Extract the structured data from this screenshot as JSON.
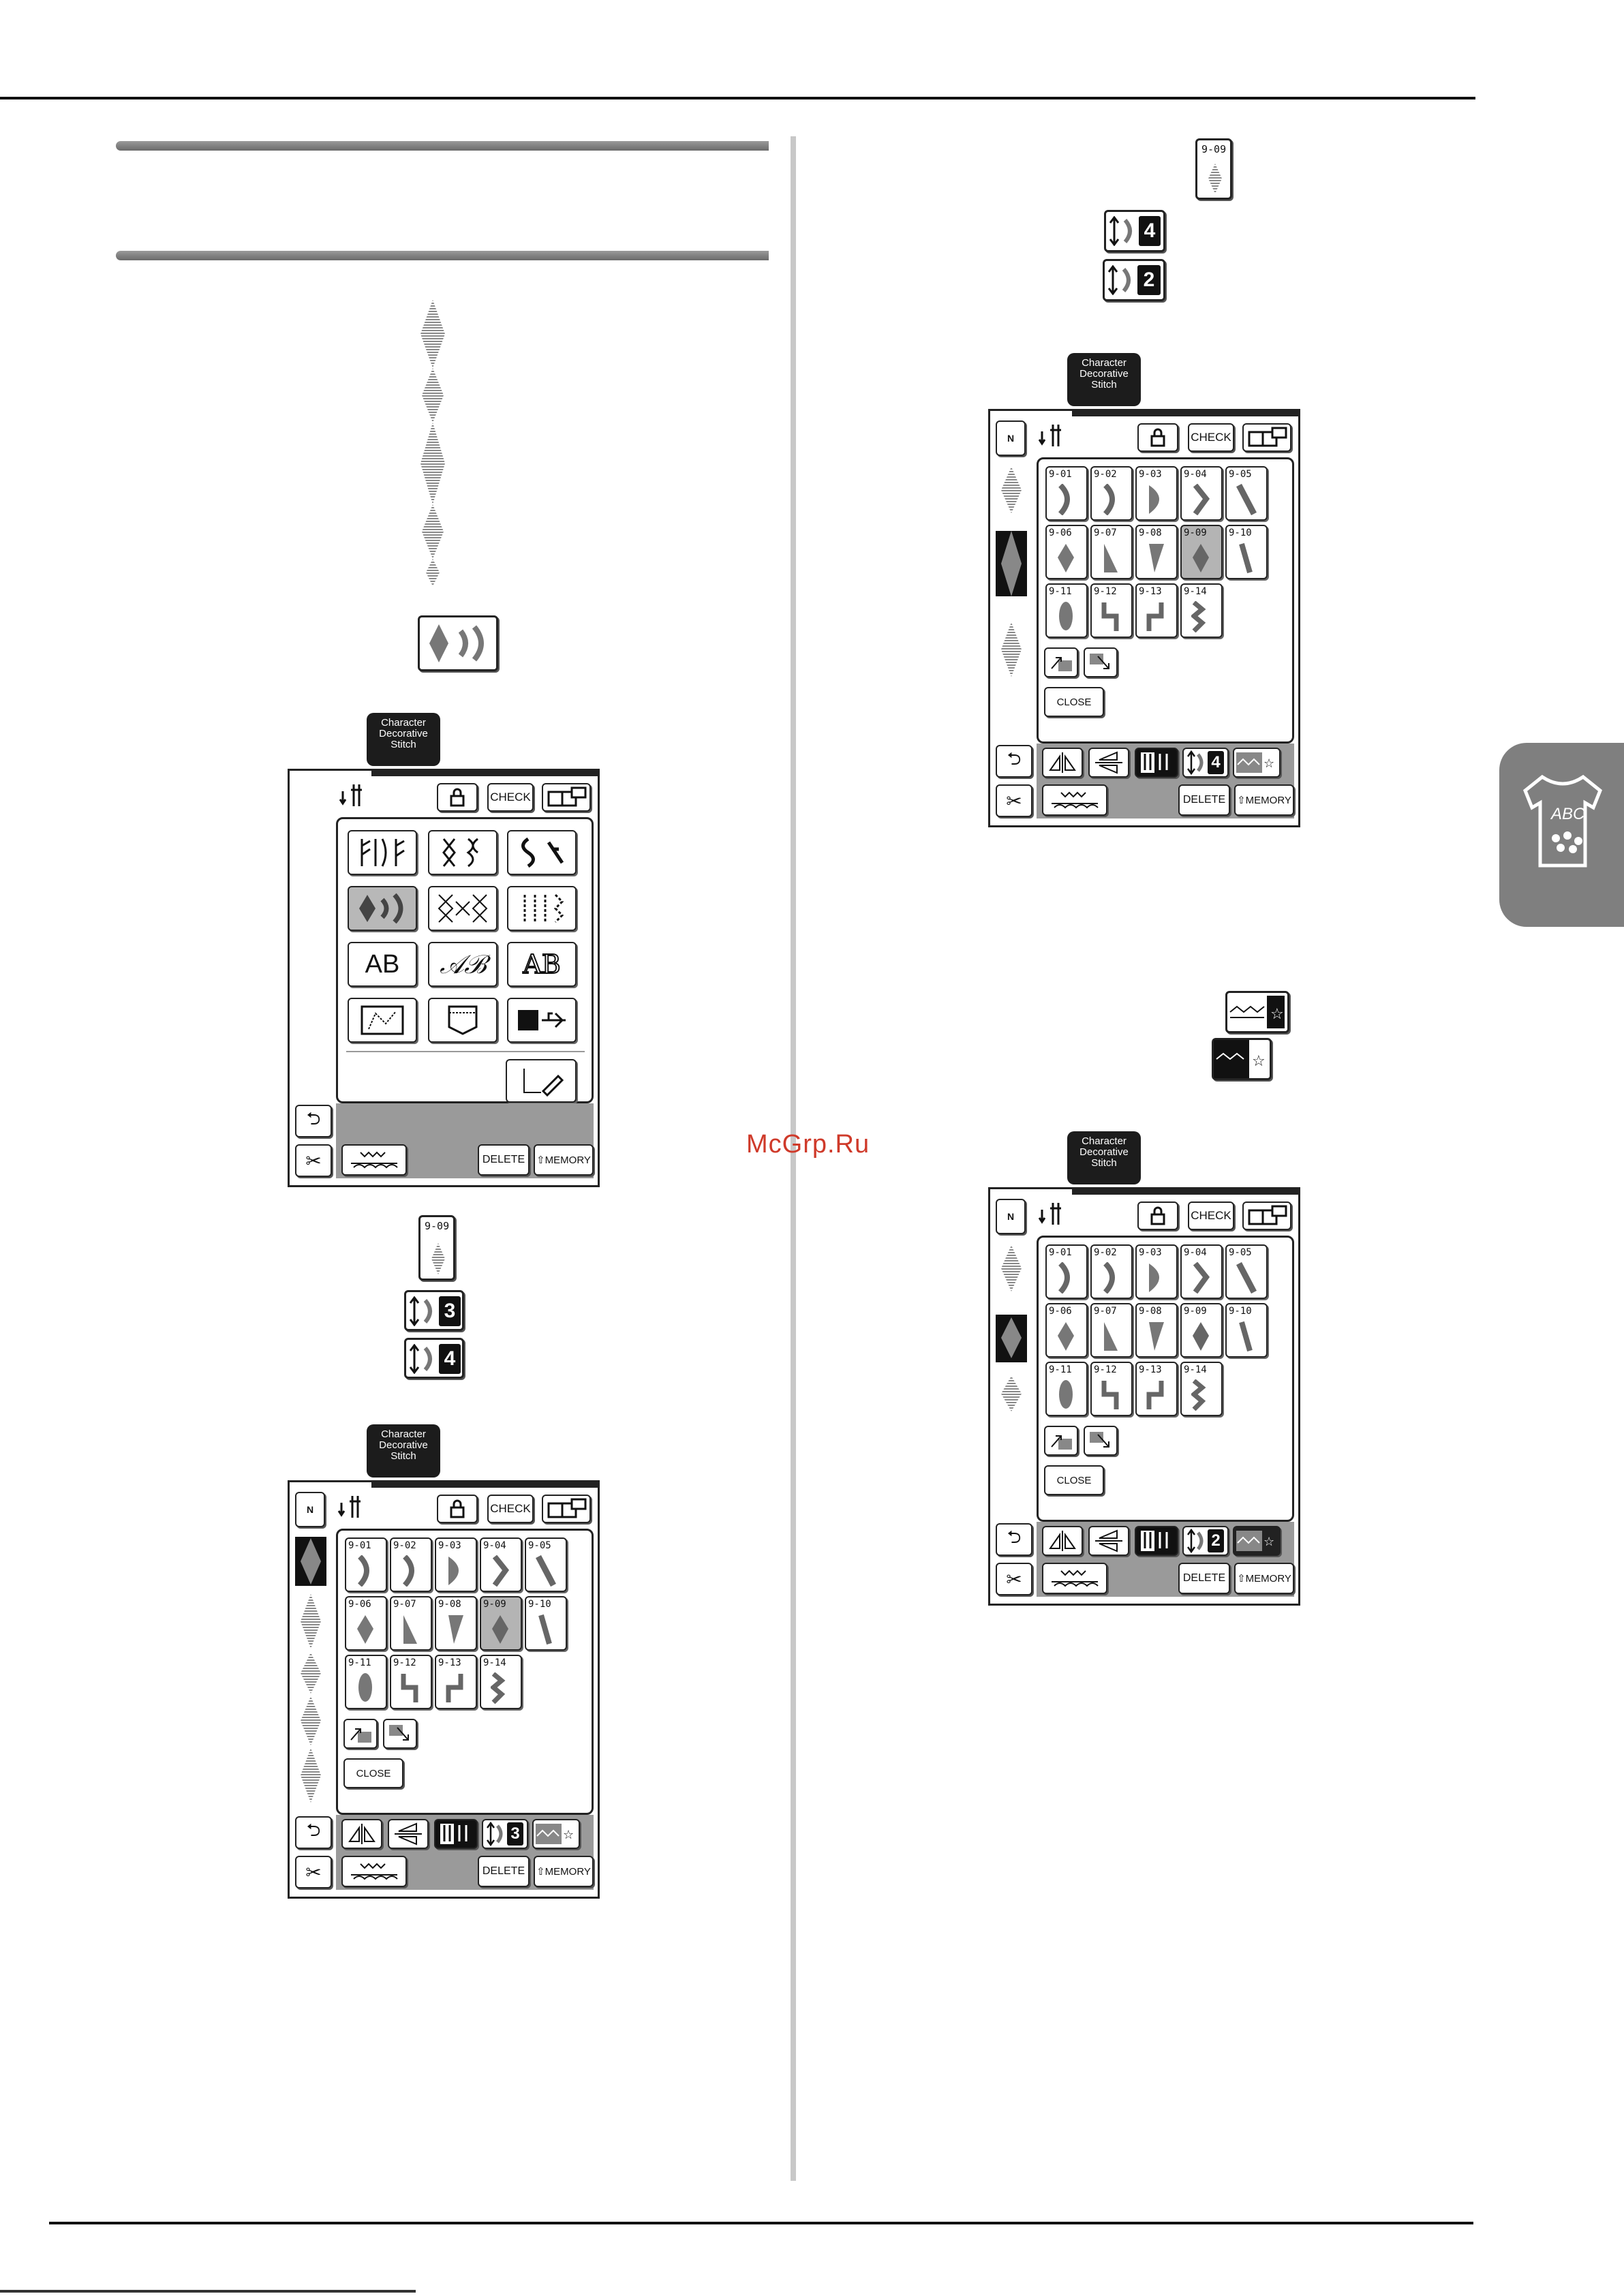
{
  "watermark": "McGrp.Ru",
  "side_tab": {
    "label": "ABC",
    "icon": "tshirt-icon"
  },
  "tab_badge": [
    "Character",
    "Decorative",
    "Stitch"
  ],
  "buttons": {
    "check": "CHECK",
    "close": "CLOSE",
    "delete": "DELETE",
    "memory": "MEMORY"
  },
  "stitch_codes": [
    "9-01",
    "9-02",
    "9-03",
    "9-04",
    "9-05",
    "9-06",
    "9-07",
    "9-08",
    "9-09",
    "9-10",
    "9-11",
    "9-12",
    "9-13",
    "9-14"
  ],
  "selected_code": "9-09",
  "category_labels": {
    "ab_block": "AB",
    "ab_script": "𝒜ℬ",
    "ab_outline": "AB"
  },
  "screen_a": {
    "size_value": "",
    "selected_category": "decorative"
  },
  "screen_b": {
    "size_value": "3"
  },
  "screen_c": {
    "size_value": "4"
  },
  "screen_d": {
    "size_value": "2"
  },
  "inline_icons": {
    "left": {
      "code": "9-09",
      "size_from": "3",
      "size_to": "4"
    },
    "right": {
      "code": "9-09",
      "size_from": "4",
      "size_to": "2"
    }
  },
  "colors": {
    "accent": "#111111",
    "selected": "#b4b4b4",
    "strip": "#9a9a9a",
    "watermark": "#cf3a2a"
  }
}
